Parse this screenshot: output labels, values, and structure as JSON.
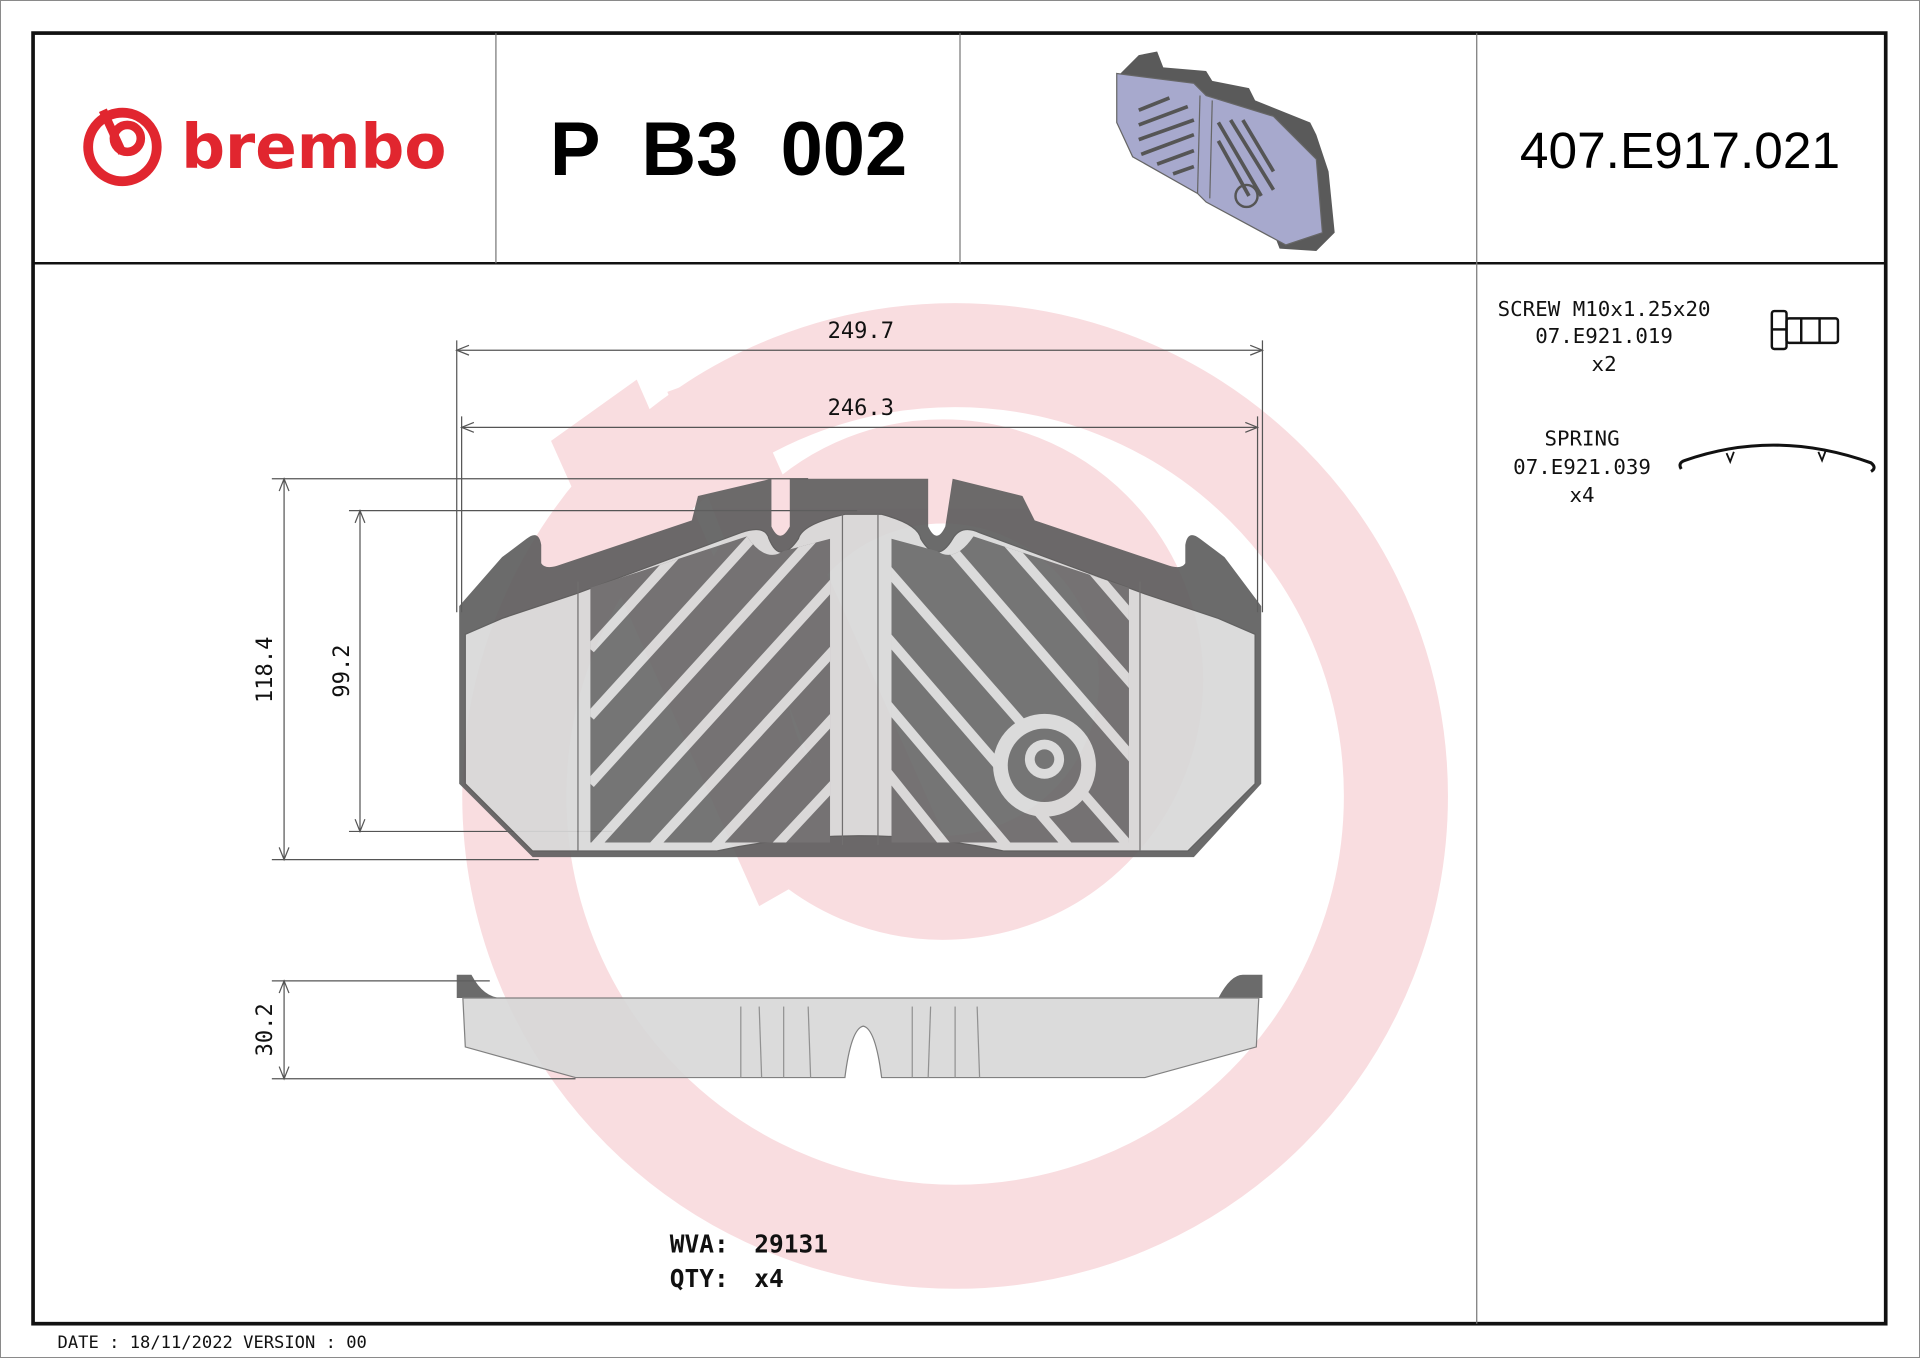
{
  "header": {
    "brand": "brembo",
    "part_code": "P  B3  002",
    "reference": "407.E917.021",
    "colors": {
      "brand_red": "#e1262f",
      "watermark": "#f7d9dc",
      "pad_dark": "#5f5f5f",
      "pad_light": "#d8d8d8",
      "render_blue": "#a3a6c9"
    }
  },
  "dimensions": {
    "width_overall": "249.7",
    "width_friction": "246.3",
    "height_overall": "118.4",
    "height_friction": "99.2",
    "thickness": "30.2"
  },
  "accessories": [
    {
      "name": "SCREW M10x1.25x20",
      "code": "07.E921.019",
      "qty": "x2",
      "icon": "screw-icon"
    },
    {
      "name": "SPRING",
      "code": "07.E921.039",
      "qty": "x4",
      "icon": "spring-icon"
    }
  ],
  "info": {
    "wva_label": "WVA:",
    "wva_value": "29131",
    "qty_label": "QTY:",
    "qty_value": "x4"
  },
  "footer": {
    "date_version": "DATE : 18/11/2022 VERSION : 00"
  }
}
